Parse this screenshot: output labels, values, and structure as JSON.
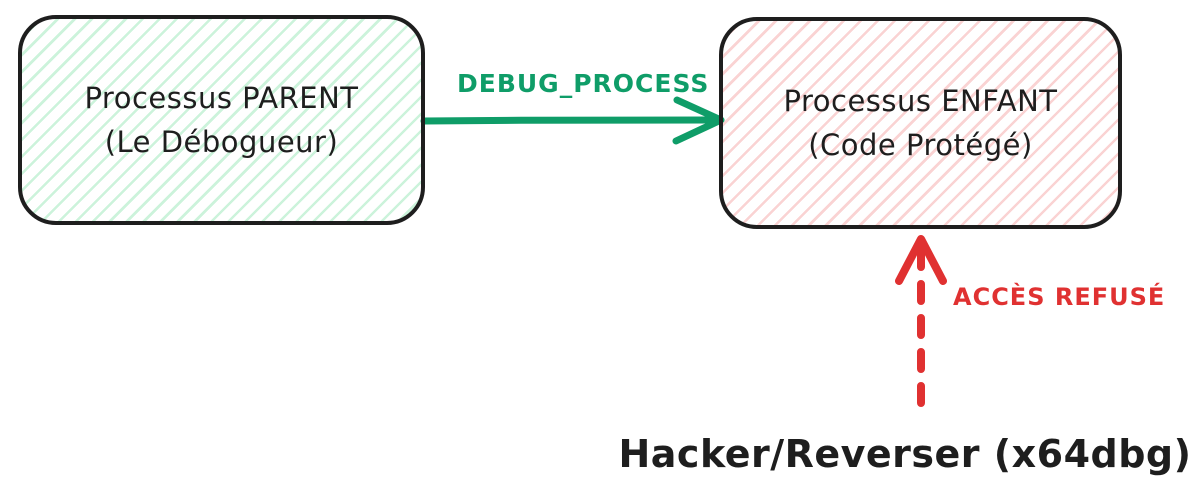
{
  "colors": {
    "ink": "#1e1e1e",
    "green": "#0f9d68",
    "red": "#e03131",
    "green_fill": "#ccf3db",
    "red_fill": "#fad3d3"
  },
  "boxes": {
    "parent": {
      "line1": "Processus PARENT",
      "line2": "(Le Débogueur)"
    },
    "child": {
      "line1": "Processus ENFANT",
      "line2": "(Code Protégé)"
    }
  },
  "arrows": {
    "debug": {
      "label": "DEBUG_PROCESS"
    },
    "denied": {
      "label": "ACCÈS REFUSÉ"
    }
  },
  "hacker_label": "Hacker/Reverser (x64dbg)"
}
